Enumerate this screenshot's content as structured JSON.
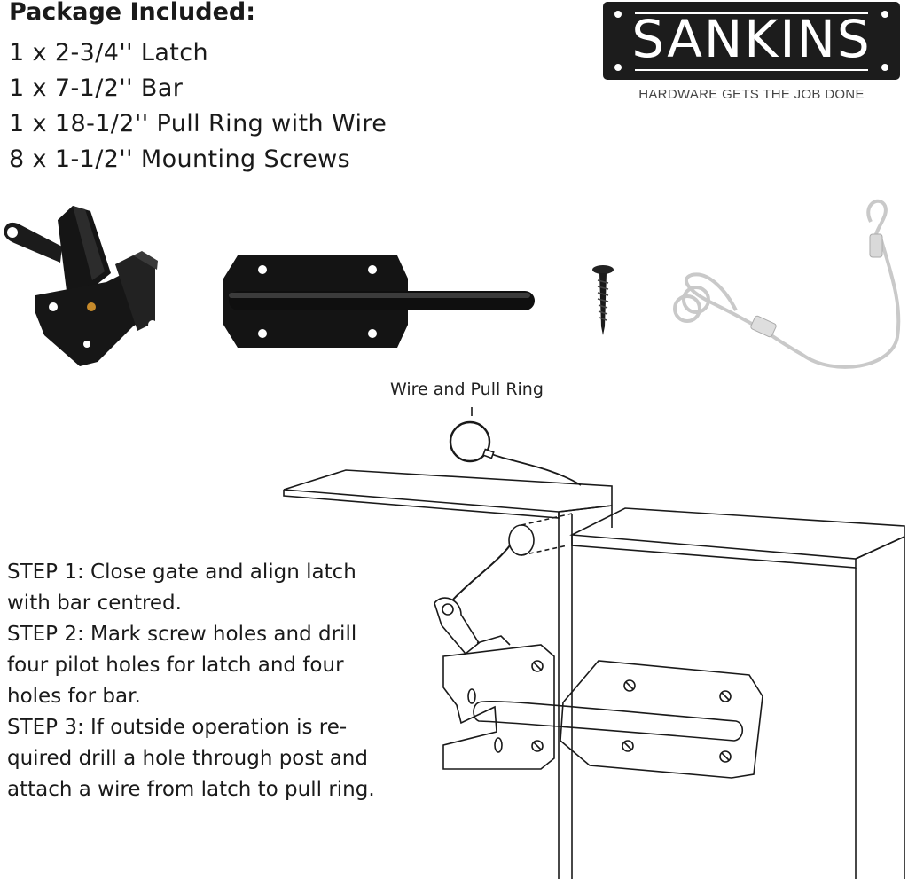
{
  "package": {
    "title": "Package Included:",
    "items": [
      "1 x 2-3/4'' Latch",
      "1 x 7-1/2'' Bar",
      "1 x 18-1/2'' Pull Ring with Wire",
      "8 x 1-1/2'' Mounting Screws"
    ]
  },
  "brand": {
    "name": "SANKINS",
    "tagline": "HARDWARE GETS THE JOB DONE",
    "colors": {
      "logo_bg": "#1c1c1c",
      "logo_fg": "#ffffff"
    }
  },
  "diagram": {
    "wire_label": "Wire and Pull Ring"
  },
  "steps": [
    {
      "label": "STEP 1",
      "text": ": Close gate and align latch with bar centred."
    },
    {
      "label": "STEP 2",
      "text": ": Mark screw holes and drill four pilot holes for latch and four holes for bar."
    },
    {
      "label": "STEP 3",
      "text": ": If outside operation is re-quired drill a hole through post and attach a wire from latch to pull ring."
    }
  ],
  "icons": [
    "latch-icon",
    "bar-icon",
    "screw-icon",
    "pull-ring-wire-icon"
  ]
}
